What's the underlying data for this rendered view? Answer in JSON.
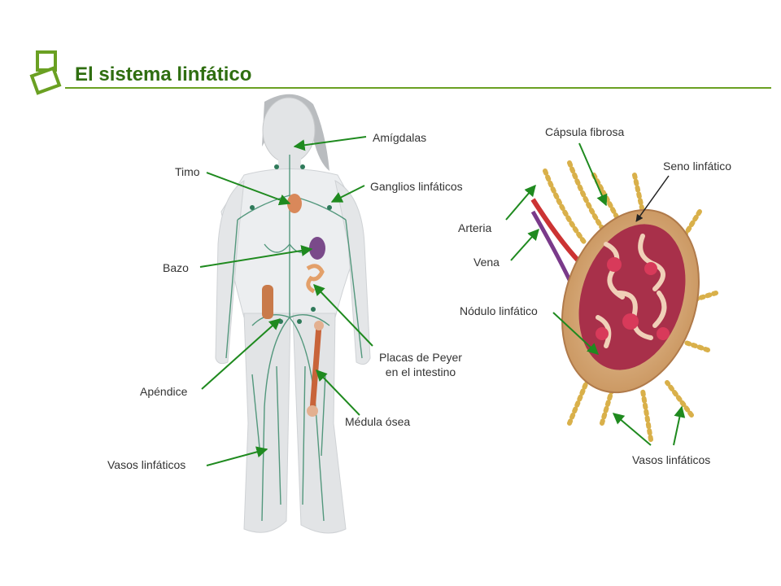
{
  "title": "El sistema linfático",
  "colors": {
    "accent": "#6aa022",
    "pointer": "#1f8a1f",
    "body": "#e6e8ea",
    "vessel": "#3a8a6a",
    "node_capsule": "#d8b07a",
    "node_inner": "#a8304a",
    "artery": "#cc3333",
    "vein": "#7a3a8a"
  },
  "labels": {
    "amigdalas": "Amígdalas",
    "timo": "Timo",
    "ganglios": "Ganglios linfáticos",
    "bazo": "Bazo",
    "placas_line1": "Placas de Peyer",
    "placas_line2": "en el intestino",
    "apendice": "Apéndice",
    "medula": "Médula ósea",
    "vasos_left": "Vasos linfáticos",
    "capsula": "Cápsula fibrosa",
    "seno": "Seno linfático",
    "arteria": "Arteria",
    "vena": "Vena",
    "nodulo": "Nódulo linfático",
    "vasos_right": "Vasos linfáticos"
  },
  "icons": [
    "slide-squares-icon"
  ]
}
